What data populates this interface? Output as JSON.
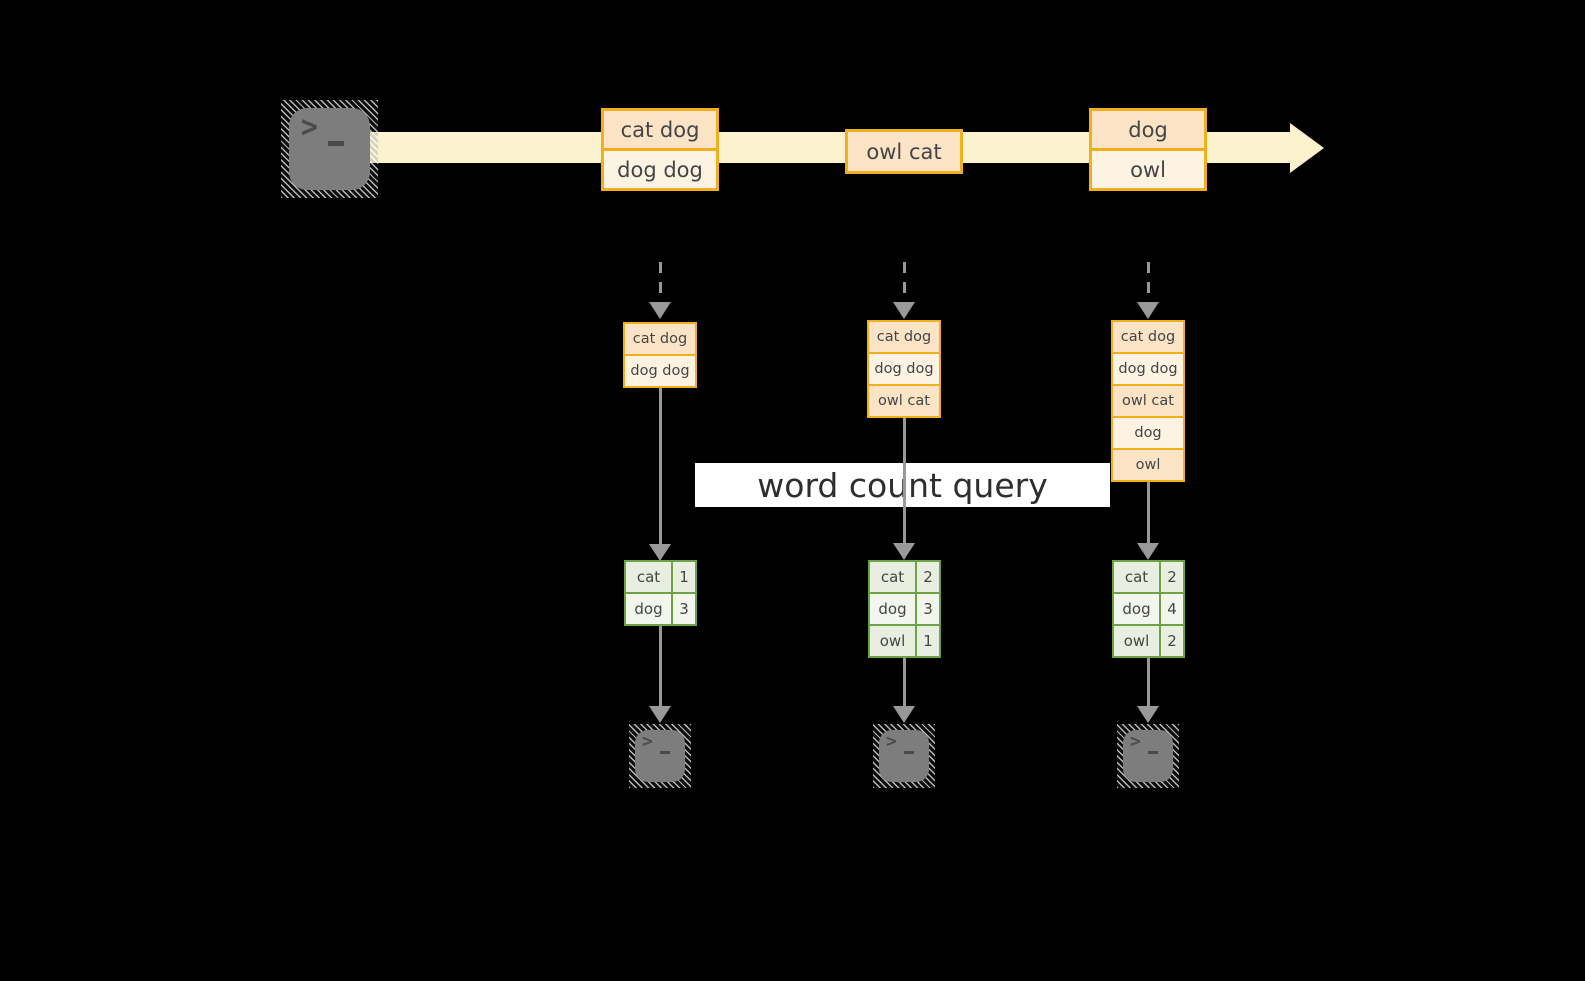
{
  "query_label": {
    "text": "word count query"
  },
  "stream": {
    "events": [
      {
        "rows": [
          "cat dog",
          "dog dog"
        ]
      },
      {
        "rows": [
          "owl cat"
        ]
      },
      {
        "rows": [
          "dog",
          "owl"
        ]
      }
    ]
  },
  "columns": [
    {
      "accumulated": [
        "cat dog",
        "dog dog"
      ],
      "counts": [
        {
          "word": "cat",
          "value": "1"
        },
        {
          "word": "dog",
          "value": "3"
        }
      ]
    },
    {
      "accumulated": [
        "cat dog",
        "dog dog",
        "owl cat"
      ],
      "counts": [
        {
          "word": "cat",
          "value": "2"
        },
        {
          "word": "dog",
          "value": "3"
        },
        {
          "word": "owl",
          "value": "1"
        }
      ]
    },
    {
      "accumulated": [
        "cat dog",
        "dog dog",
        "owl cat",
        "dog",
        "owl"
      ],
      "counts": [
        {
          "word": "cat",
          "value": "2"
        },
        {
          "word": "dog",
          "value": "4"
        },
        {
          "word": "owl",
          "value": "2"
        }
      ]
    }
  ],
  "icons": {
    "terminal_prompt_chevron": ">"
  },
  "colors": {
    "background": "#000000",
    "stream_fill": "#FCF2CE",
    "box_border": "#F0B01E",
    "row_dark": "#FBE4C6",
    "row_light": "#FDF3E3",
    "table_border": "#6DA344",
    "table_row_dark": "#E9EFE0",
    "table_row_light": "#F2F6EC",
    "arrow_gray": "#999999",
    "terminal_fill": "#7D7D7D",
    "terminal_glyph": "#4A4A4A",
    "label_bg": "#FFFFFF",
    "label_text": "#2E2E2E",
    "text_dark": "#454545"
  }
}
